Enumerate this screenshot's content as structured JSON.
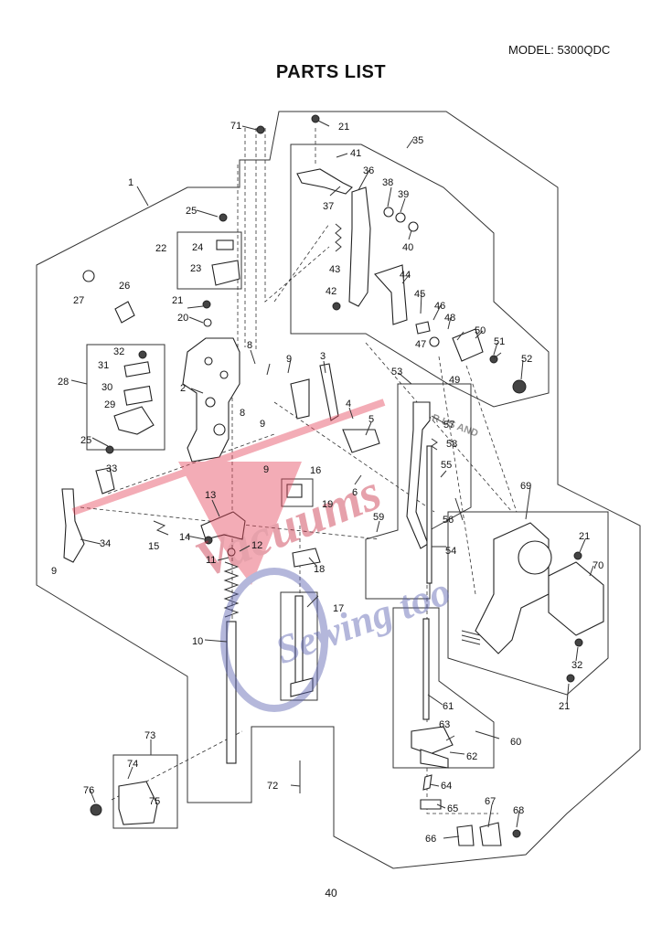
{
  "header": {
    "model": "MODEL: 5300QDC",
    "title": "PARTS LIST"
  },
  "footer": {
    "page_number": "40"
  },
  "watermark": {
    "brand_line1": "Vacuums",
    "brand_line2": "Sewing too",
    "badge": "R US AND"
  },
  "callouts": [
    "1",
    "2",
    "3",
    "4",
    "5",
    "6",
    "8",
    "9",
    "10",
    "11",
    "12",
    "13",
    "14",
    "15",
    "16",
    "17",
    "18",
    "19",
    "20",
    "21",
    "22",
    "23",
    "24",
    "25",
    "26",
    "27",
    "28",
    "29",
    "30",
    "31",
    "32",
    "33",
    "34",
    "35",
    "36",
    "37",
    "38",
    "39",
    "40",
    "41",
    "42",
    "43",
    "44",
    "45",
    "46",
    "47",
    "48",
    "49",
    "50",
    "51",
    "52",
    "53",
    "54",
    "55",
    "56",
    "57",
    "58",
    "59",
    "60",
    "61",
    "62",
    "63",
    "64",
    "65",
    "66",
    "67",
    "68",
    "69",
    "70",
    "71",
    "72",
    "73",
    "74",
    "75",
    "76"
  ]
}
